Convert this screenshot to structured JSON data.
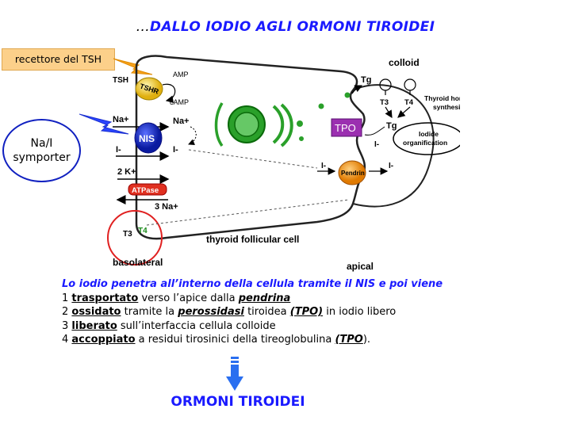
{
  "title": {
    "prefix": "...",
    "text": "DALLO IODIO AGLI ORMONI TIROIDEI"
  },
  "callouts": {
    "tsh_receptor": "recettore del TSH",
    "symporter_line1": "Na/I",
    "symporter_line2": "symporter"
  },
  "diagram": {
    "colloid": "colloid",
    "tsh": "TSH",
    "tshr": "TSHR",
    "amp": "AMP",
    "camp": "cAMP",
    "na_plus": "Na+",
    "nis": "NIS",
    "iodide": "I-",
    "k_plus": "2 K+",
    "atpase": "ATPase",
    "na3": "3 Na+",
    "t3": "T3",
    "t4": "T4",
    "tg": "Tg",
    "tpo": "TPO",
    "pendrin": "Pendrin",
    "synthesis": [
      "Thyroid hormone",
      "synthesis"
    ],
    "organification": [
      "Iodide",
      "organification"
    ],
    "cell_label": "thyroid follicular cell",
    "basolateral": "basolateral",
    "apical": "apical"
  },
  "caption": {
    "intro": "Lo iodio penetra all’interno della cellula tramite il NIS e poi viene",
    "l1": {
      "n": "1 ",
      "kw": "trasportato",
      "mid": " verso l’apice dalla ",
      "kwi": "pendrina"
    },
    "l2": {
      "n": "2 ",
      "kw": "ossidato",
      "mid": " tramite la ",
      "kwi": "perossidasi",
      "mid2": " tiroidea ",
      "kwi2": "(TPO)",
      "end": " in iodio libero"
    },
    "l3": {
      "n": "3 ",
      "kw": "liberato",
      "mid": " sull’interfaccia cellula colloide"
    },
    "l4": {
      "n": "4 ",
      "kw": "accoppiato",
      "mid": " a residui tirosinici della tireoglobulina ",
      "kwi": "(TPO",
      "end": ")."
    }
  },
  "result": "ORMONI TIROIDEI",
  "colors": {
    "accent": "#1a1aff",
    "nis": "#1a2fd0",
    "tshr": "#f6d23a",
    "tpo": "#9b2fb0",
    "pendrin": "#f49a1a",
    "atpase": "#e03020",
    "nucleus": "#2aa02a"
  }
}
